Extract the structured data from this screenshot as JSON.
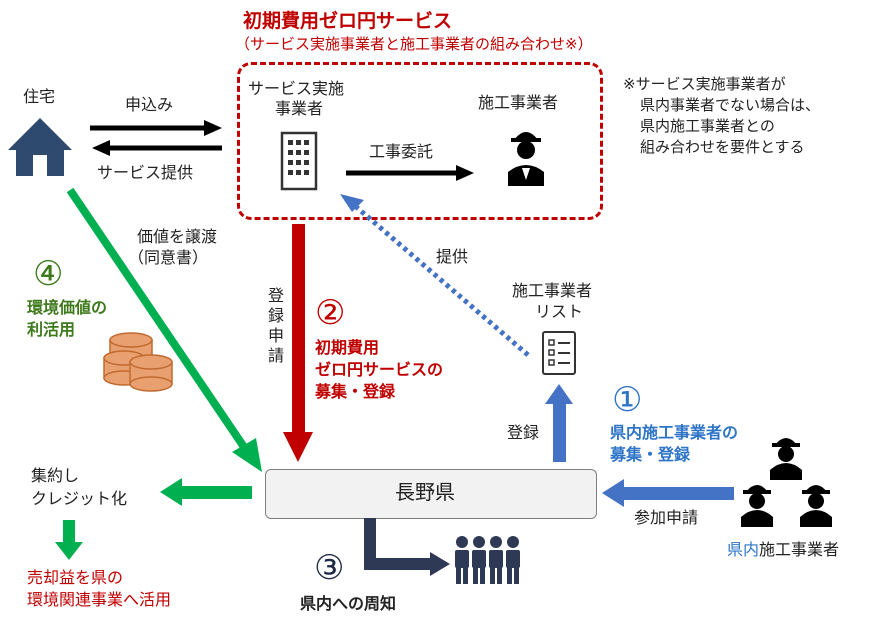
{
  "title": "初期費用ゼロ円サービス",
  "subtitle": "（サービス実施事業者と施工事業者の組み合わせ※）",
  "note": [
    "※サービス実施事業者が",
    "県内事業者でない場合は、",
    "県内施工事業者との",
    "組み合わせを要件とする"
  ],
  "nodes": {
    "house": "住宅",
    "service_provider": [
      "サービス実施",
      "事業者"
    ],
    "contractor": "施工事業者",
    "contractor_list": [
      "施工事業者",
      "リスト"
    ],
    "prefecture": "長野県",
    "local_contractors_blue": "県内",
    "local_contractors_black": "施工事業者",
    "credit": [
      "集約し",
      "クレジット化"
    ],
    "proceeds": [
      "売却益を県の",
      "環境関連事業へ活用"
    ]
  },
  "edges": {
    "apply": "申込み",
    "service": "サービス提供",
    "commission": "工事委託",
    "provide": "提供",
    "transfer": [
      "価値を譲渡",
      "（同意書）"
    ],
    "register_apply": [
      "登",
      "録",
      "申",
      "請"
    ],
    "register": "登録",
    "join_apply": "参加申請"
  },
  "steps": {
    "s1": {
      "num": "①",
      "lines": [
        "県内施工事業者の",
        "募集・登録"
      ]
    },
    "s2": {
      "num": "②",
      "lines": [
        "初期費用",
        "ゼロ円サービスの",
        "募集・登録"
      ]
    },
    "s3": {
      "num": "③",
      "lines": [
        "県内への周知"
      ]
    },
    "s4": {
      "num": "④",
      "lines": [
        "環境価値の",
        "利活用"
      ]
    }
  },
  "colors": {
    "red": "#c00000",
    "blue": "#4472c4",
    "green": "#00b050",
    "navy": "#2e3a55",
    "black": "#000000"
  },
  "icons": [
    "house-icon",
    "building-icon",
    "worker-icon",
    "checklist-icon",
    "coins-icon",
    "workers-group-icon",
    "people-icon"
  ]
}
